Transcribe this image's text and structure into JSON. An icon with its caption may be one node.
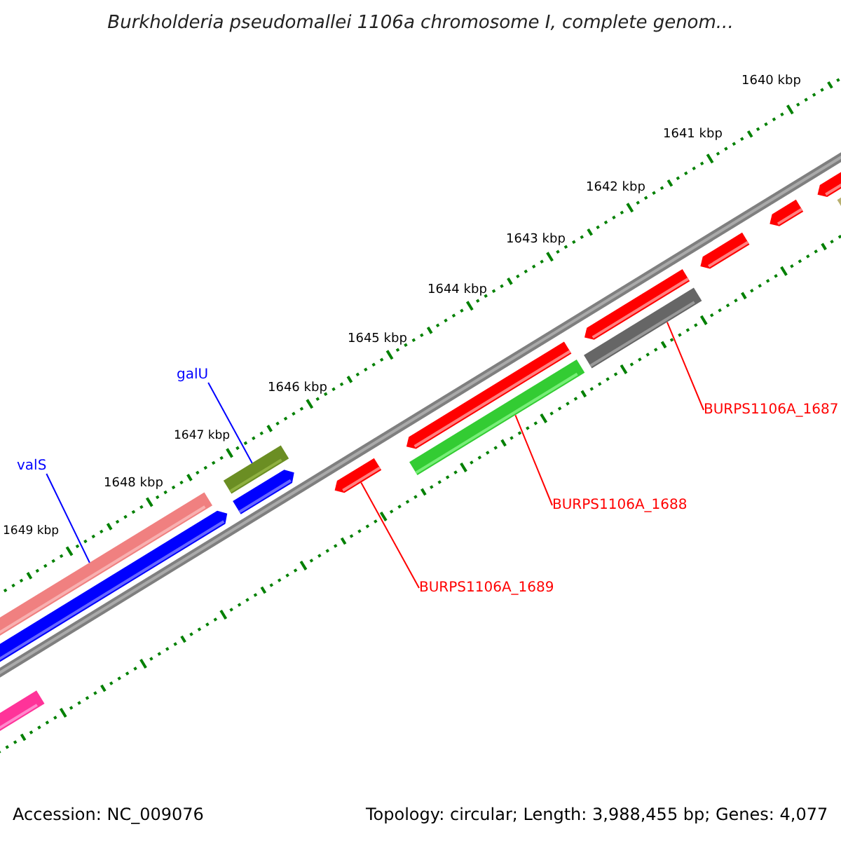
{
  "diagram": {
    "title": "Burkholderia pseudomallei 1106a chromosome I, complete genom...",
    "nodes": [
      {
        "text": [
          "galU"
        ]
      },
      {
        "text": [],
        "shape": "bar"
      },
      {
        "text": [
          "valS"
        ]
      },
      {
        "text": [],
        "shape": "bar"
      },
      {
        "text": [
          "BURPS1106A_1687"
        ]
      },
      {
        "text": [],
        "shape": "bar"
      },
      {
        "text": [
          "BURPS1106A_1688"
        ]
      },
      {
        "text": [],
        "shape": "bar"
      },
      {
        "text": [
          "BURPS1106A_1689"
        ]
      },
      {
        "text": [],
        "shape": "bar"
      },
      {
        "text": [],
        "shape": "bar"
      },
      {
        "text": [],
        "shape": "bar"
      },
      {
        "text": [],
        "shape": "bar"
      },
      {
        "text": [],
        "shape": "bar"
      },
      {
        "text": [],
        "shape": "bar"
      },
      {
        "text": [],
        "shape": "bar"
      },
      {
        "text": [],
        "shape": "bar"
      },
      {
        "text": [],
        "shape": "bar"
      },
      {
        "text": [],
        "shape": "bar"
      }
    ],
    "edges": [
      {
        "from": 0,
        "to": 1,
        "arrow": "none",
        "color": "#0000ff"
      },
      {
        "from": 2,
        "to": 3,
        "arrow": "none",
        "color": "#0000ff"
      },
      {
        "from": 4,
        "to": 5,
        "arrow": "none"
      },
      {
        "from": 6,
        "to": 7,
        "arrow": "none"
      },
      {
        "from": 8,
        "to": 9,
        "arrow": "none"
      }
    ],
    "labels": [
      "1640 kbp",
      "1641 kbp",
      "1642 kbp",
      "1643 kbp",
      "1644 kbp",
      "1645 kbp",
      "1646 kbp",
      "1647 kbp",
      "1648 kbp",
      "1649 kbp",
      "Accession: NC_009076",
      "Topology: circular; Length: 3,988,455 bp; Genes: 4,077"
    ]
  }
}
